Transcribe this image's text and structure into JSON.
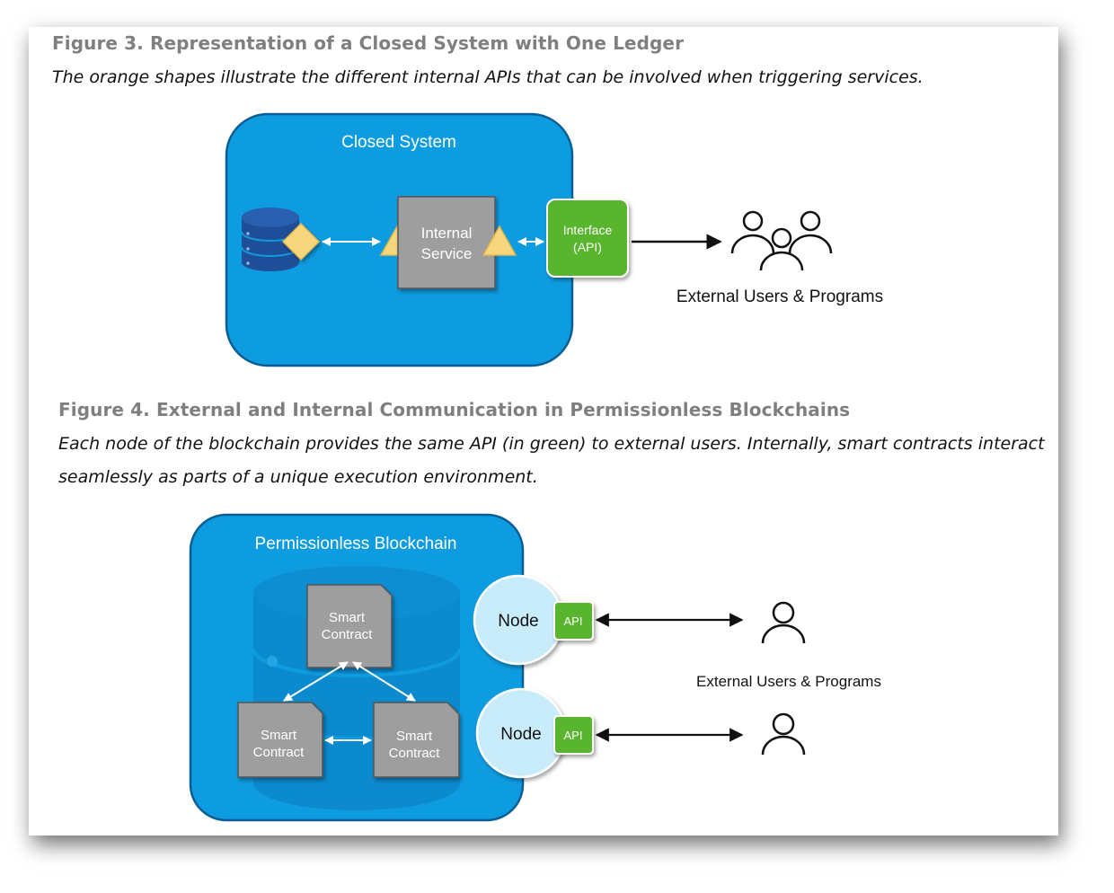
{
  "figure3": {
    "title": "Figure 3. Representation of a Closed System with One Ledger",
    "caption": "The orange shapes illustrate the different internal APIs that can be involved when triggering services.",
    "container_label": "Closed System",
    "internal_service": [
      "Internal",
      "Service"
    ],
    "interface": [
      "Interface",
      "(API)"
    ],
    "users_label": "External Users & Programs"
  },
  "figure4": {
    "title": "Figure 4. External and Internal Communication in Permissionless Blockchains",
    "caption_lines": [
      "Each node of the blockchain provides the same API (in green) to external users. Internally, smart contracts interact",
      "seamlessly as parts of a unique execution environment."
    ],
    "container_label": "Permissionless Blockchain",
    "smart_contract": [
      "Smart",
      "Contract"
    ],
    "node_label": "Node",
    "api_label": "API",
    "users_label": "External Users & Programs"
  },
  "colors": {
    "container_blue": "#0e9ce0",
    "container_border": "#0b5e94",
    "api_green": "#5ab52e",
    "internal_api_orange": "#f7d77e",
    "service_gray": "#9e9e9e",
    "node_light_blue": "#c9ecfb",
    "database_navy": "#1f4e99"
  },
  "icons": [
    "database-icon",
    "users-icon",
    "user-icon"
  ]
}
